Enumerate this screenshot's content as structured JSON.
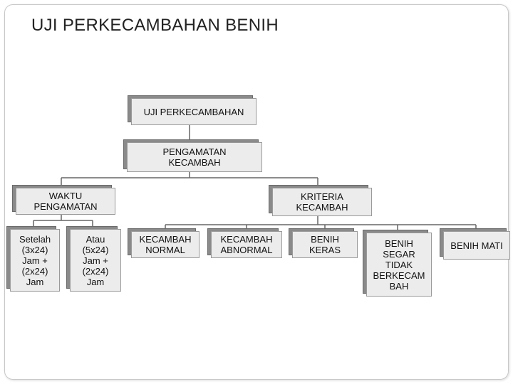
{
  "slide": {
    "title": "UJI PERKECAMBAHAN BENIH"
  },
  "diagram": {
    "root": "UJI PERKECAMBAHAN",
    "level1": "PENGAMATAN\nKECAMBAH",
    "waktu": {
      "label": "WAKTU\nPENGAMATAN",
      "children": [
        "Setelah\n(3x24)\nJam +\n(2x24)\nJam",
        "Atau\n(5x24)\nJam +\n(2x24)\nJam"
      ]
    },
    "kriteria": {
      "label": "KRITERIA\nKECAMBAH",
      "children": [
        "KECAMBAH\nNORMAL",
        "KECAMBAH\nABNORMAL",
        "BENIH\nKERAS",
        "BENIH\nSEGAR\nTIDAK\nBERKECAM\nBAH",
        "BENIH MATI"
      ]
    }
  },
  "colors": {
    "box_fill": "#ececec",
    "box_shadow": "#7a7a7a",
    "connector": "#666666"
  }
}
